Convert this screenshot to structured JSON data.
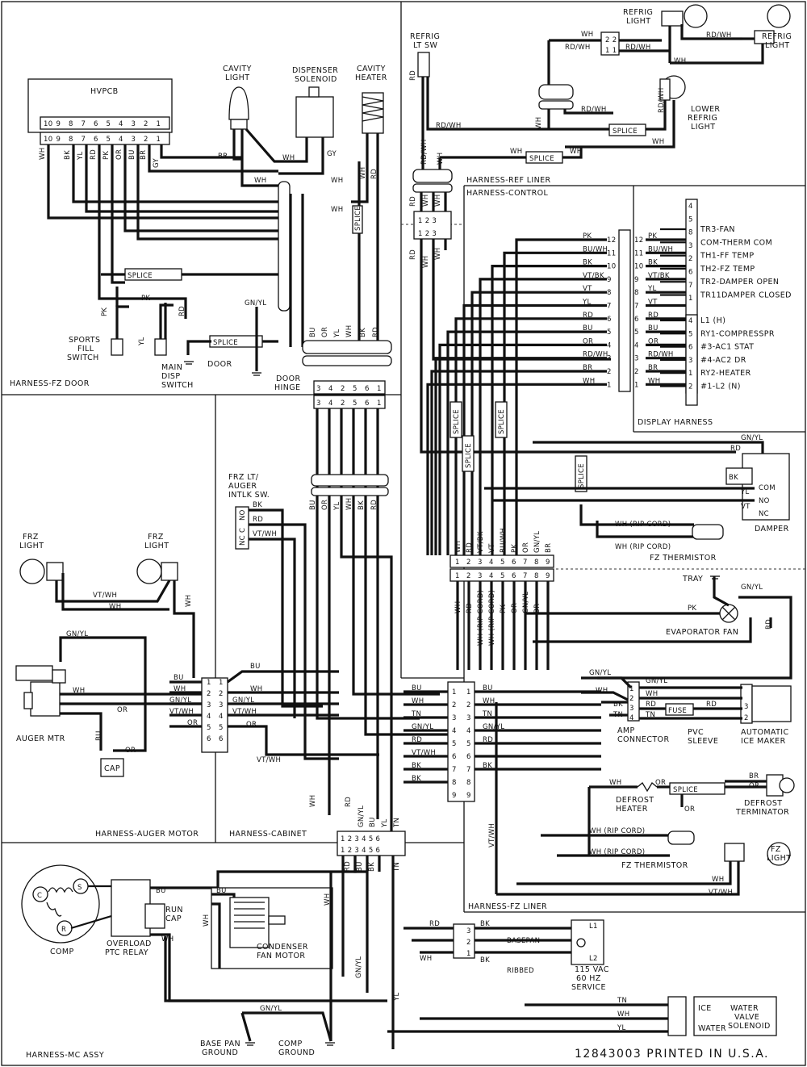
{
  "harness_labels": {
    "fz_door": "HARNESS-FZ DOOR",
    "ref_liner": "HARNESS-REF LINER",
    "control": "HARNESS-CONTROL",
    "auger_motor": "HARNESS-AUGER MOTOR",
    "cabinet": "HARNESS-CABINET",
    "fz_liner": "HARNESS-FZ LINER",
    "mc_assy": "HARNESS-MC ASSY",
    "display": "DISPLAY HARNESS"
  },
  "hvpcb": {
    "title": "HVPCB",
    "pins_top": [
      "10",
      "9",
      "8",
      "7",
      "6",
      "5",
      "4",
      "3",
      "2",
      "1"
    ],
    "pins_bottom": [
      "10",
      "9",
      "8",
      "7",
      "6",
      "5",
      "4",
      "3",
      "2",
      "1"
    ],
    "wire_colors": [
      "WH",
      "BK",
      "YL",
      "RD",
      "PK",
      "OR",
      "BU",
      "BR",
      "GY"
    ]
  },
  "components": {
    "cavity_light": "CAVITY\nLIGHT",
    "dispenser_solenoid": "DISPENSER\nSOLENOID",
    "cavity_heater": "CAVITY\nHEATER",
    "refrig_lt_sw": "REFRIG\nLT SW",
    "refrig_light_top": "REFRIG\nLIGHT",
    "refrig_light_right": "REFRIG\nLIGHT",
    "lower_refrig_light": "LOWER\nREFRIG\nLIGHT",
    "sports_fill_switch": "SPORTS\nFILL\nSWITCH",
    "main_disp_switch": "MAIN\nDISP\nSWITCH",
    "door": "DOOR",
    "door_hinge": "DOOR\nHINGE",
    "frz_lt_auger_intlk": "FRZ LT/\nAUGER\nINTLK SW.",
    "frz_light_left": "FRZ\nLIGHT",
    "frz_light_right": "FRZ\nLIGHT",
    "auger_mtr": "AUGER MTR",
    "cap": "CAP",
    "damper": "DAMPER",
    "fz_thermistor_top": "FZ THERMISTOR",
    "tray": "TRAY",
    "evaporator_fan": "EVAPORATOR FAN",
    "amp_connector": "AMP\nCONNECTOR",
    "pvc_sleeve": "PVC\nSLEEVE",
    "automatic_ice_maker": "AUTOMATIC\nICE MAKER",
    "defrost_heater": "DEFROST\nHEATER",
    "defrost_terminator": "DEFROST\nTERMINATOR",
    "fz_thermistor_bottom": "FZ THERMISTOR",
    "fz_light_bottom": "FZ\nLIGHT",
    "comp": "COMP",
    "overload_ptc_relay": "OVERLOAD\nPTC RELAY",
    "run_cap": "RUN\nCAP",
    "condenser_fan_motor": "CONDENSER\nFAN MOTOR",
    "base_pan_ground": "BASE PAN\nGROUND",
    "comp_ground": "COMP\nGROUND",
    "service": "115 VAC\n60 HZ\nSERVICE",
    "basepan": "BASEPAN",
    "ribbed": "RIBBED",
    "water_valve_solenoid": "WATER\nVALVE\nSOLENOID",
    "ice": "ICE",
    "water": "WATER",
    "splice": "SPLICE",
    "fuse": "FUSE",
    "rip_cord": "WH (RIP CORD)"
  },
  "display_connector": {
    "pins_left": [
      "4",
      "5",
      "8",
      "3",
      "2",
      "6",
      "7",
      "1"
    ],
    "pins_right": [
      "4",
      "5",
      "6",
      "3",
      "1",
      "2"
    ],
    "lines": [
      "TR3-FAN",
      "COM-THERM COM",
      "TH1-FF TEMP",
      "TH2-FZ TEMP",
      "TR2-DAMPER OPEN",
      "TR11DAMPER CLOSED",
      "L1 (H)",
      "RY1-COMPRESSPR",
      "#3-AC1 STAT",
      "#4-AC2 DR",
      "RY2-HEATER",
      "#1-L2 (N)"
    ]
  },
  "control_connector": {
    "pins": [
      "12",
      "11",
      "10",
      "9",
      "8",
      "7",
      "6",
      "5",
      "4",
      "3",
      "2",
      "1"
    ],
    "wires_in": [
      "PK",
      "BU/WH",
      "BK",
      "VT/BK",
      "VT",
      "YL",
      "RD",
      "BU",
      "OR",
      "RD/WH",
      "BR",
      "WH"
    ],
    "wires_out": [
      "PK",
      "BU/WH",
      "BK",
      "VT/BK",
      "YL",
      "VT",
      "RD",
      "BU",
      "OR",
      "RD/WH",
      "BR",
      "WH"
    ]
  },
  "hinge_connector": {
    "pins": [
      "3",
      "4",
      "2",
      "5",
      "6",
      "1"
    ],
    "wires": [
      "BU",
      "OR",
      "YL",
      "WH",
      "BK",
      "RD"
    ]
  },
  "nine_pin_connector": {
    "pins": [
      "1",
      "2",
      "3",
      "4",
      "5",
      "6",
      "7",
      "8",
      "9"
    ],
    "wires_top": [
      "WH",
      "RD",
      "VT/BK",
      "VT",
      "BU/WH",
      "PK",
      "OR",
      "GN/YL",
      "BR"
    ],
    "wires_bottom": [
      "WH",
      "RD",
      "WH (RIP CORD)",
      "WH (RIP CORD)",
      "PK",
      "OR",
      "GN/YL",
      "BR"
    ]
  },
  "wires": {
    "wh": "WH",
    "bk": "BK",
    "yl": "YL",
    "rd": "RD",
    "pk": "PK",
    "or": "OR",
    "bu": "BU",
    "br": "BR",
    "gy": "GY",
    "tn": "TN",
    "gnyl": "GN/YL",
    "vtwh": "VT/WH",
    "rdwh": "RD/WH",
    "buwh": "BU/WH",
    "vtbk": "VT/BK",
    "vt": "VT"
  },
  "damper_pins": [
    "COM",
    "NO",
    "NC"
  ],
  "switch_pins": [
    "NC",
    "C",
    "NO"
  ],
  "footer": "12843003 PRINTED IN U.S.A."
}
